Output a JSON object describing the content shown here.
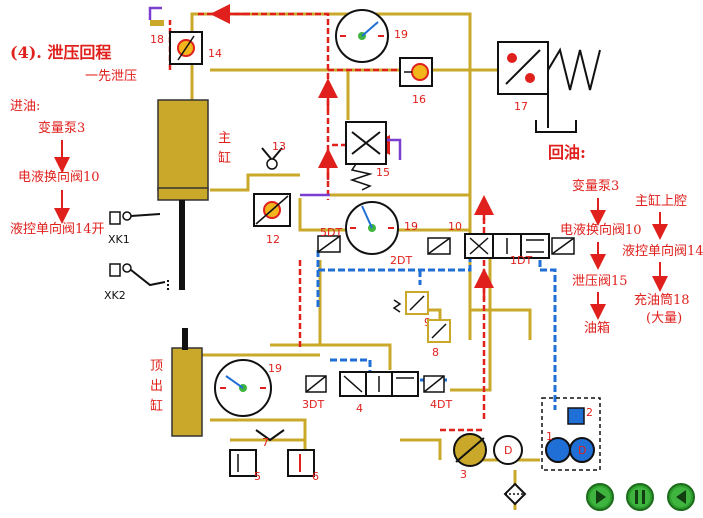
{
  "title": "(4). 泄压回程",
  "subtitle": "一先泄压",
  "inlet": {
    "heading": "进油:",
    "steps": [
      "变量泵3",
      "电液换向阀10",
      "液控单向阀14开"
    ]
  },
  "return": {
    "heading": "回油:",
    "left_steps": [
      "变量泵3",
      "电液换向阀10",
      "泄压阀15",
      "油箱"
    ],
    "right_steps": [
      "主缸上腔",
      "液控单向阀14",
      "充油筒18",
      "(大量)"
    ]
  },
  "labels": {
    "main_cyl_1": "主",
    "main_cyl_2": "缸",
    "top_cyl_1": "顶",
    "top_cyl_2": "出",
    "top_cyl_3": "缸",
    "xk1": "XK1",
    "xk2": "XK2",
    "dt1": "1DT",
    "dt2": "2DT",
    "dt3": "3DT",
    "dt4": "4DT",
    "dt5": "5DT",
    "n1": "1",
    "n2": "2",
    "n3": "3",
    "n4": "4",
    "n5": "5",
    "n6": "6",
    "n7": "7",
    "n8": "8",
    "n9": "9",
    "n10": "10",
    "n12": "12",
    "n13": "13",
    "n14": "14",
    "n15": "15",
    "n16": "16",
    "n17": "17",
    "n18": "18",
    "n19a": "19",
    "n19b": "19",
    "n19c": "19",
    "motor_a": "D",
    "motor_b": "D"
  },
  "controls": [
    {
      "name": "play-button",
      "icon": "play-icon"
    },
    {
      "name": "pause-button",
      "icon": "pause-icon"
    },
    {
      "name": "back-button",
      "icon": "back-icon"
    }
  ],
  "colors": {
    "pressure_line": "#e0201c",
    "oil_line": "#c9a82a",
    "return_line": "#1f6fd6",
    "cylinder": "#c9a82a",
    "control_button": "#3fb53f"
  }
}
